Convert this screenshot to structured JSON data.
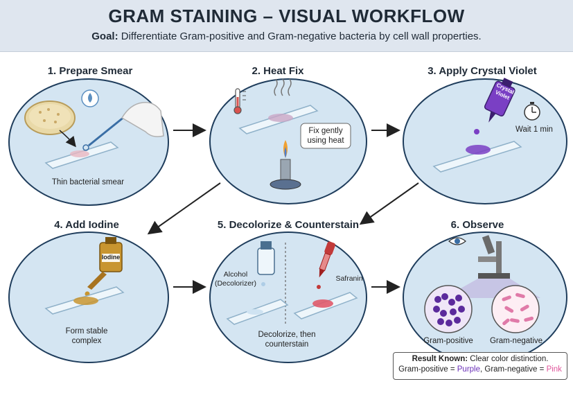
{
  "header": {
    "title": "GRAM STAINING – VISUAL WORKFLOW",
    "goal_label": "Goal:",
    "goal_text": "Differentiate Gram-positive and Gram-negative bacteria by cell wall properties."
  },
  "steps": [
    {
      "title": "1. Prepare Smear",
      "caption": "Thin bacterial smear"
    },
    {
      "title": "2. Heat Fix",
      "caption_line1": "Fix gently",
      "caption_line2": "using heat"
    },
    {
      "title": "3. Apply Crystal Violet",
      "bottle_label_1": "Crystal",
      "bottle_label_2": "Violet",
      "timer_label": "Wait 1 min"
    },
    {
      "title": "4. Add Iodine",
      "bottle_label": "Iodine",
      "caption_line1": "Form stable",
      "caption_line2": "complex"
    },
    {
      "title": "5. Decolorize & Counterstain",
      "alcohol_line1": "Alcohol",
      "alcohol_line2": "(Decolorizer)",
      "safranin_label": "Safranin",
      "caption_line1": "Decolorize, then",
      "caption_line2": "counterstain"
    },
    {
      "title": "6. Observe",
      "gram_positive": "Gram-positive",
      "gram_negative": "Gram-negative"
    }
  ],
  "result": {
    "label": "Result Known:",
    "text": "Clear color distinction.",
    "pos_prefix": "Gram-positive = ",
    "pos_color": "Purple",
    "separator": ", Gram-negative = ",
    "neg_color": "Pink"
  },
  "colors": {
    "purple": "#6a2fb8",
    "pink": "#e0559b",
    "circle_fill": "#d4e5f2",
    "header_bg": "#dfe6ef"
  }
}
